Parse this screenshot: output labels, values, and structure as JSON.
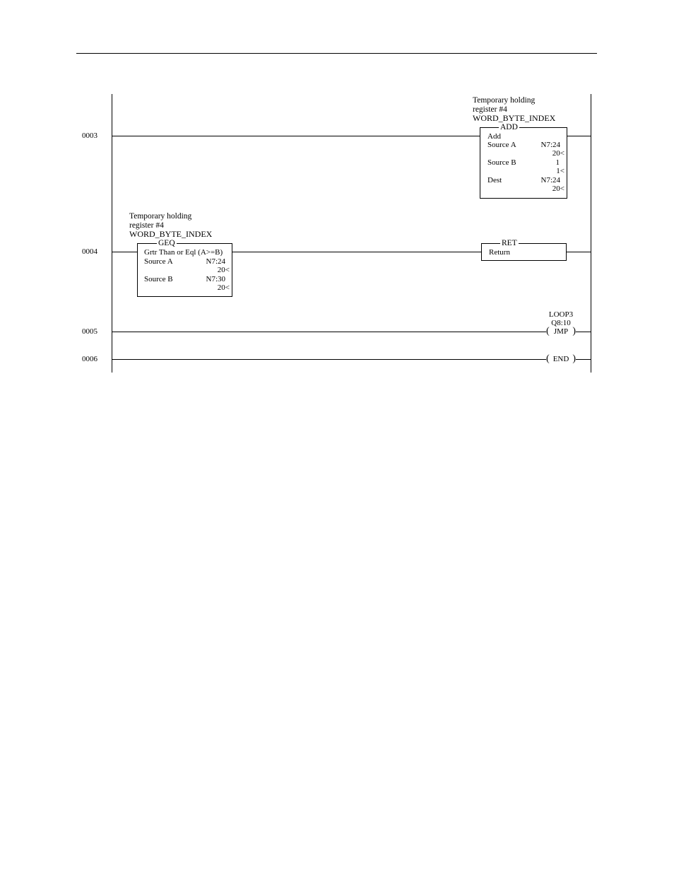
{
  "rungs": [
    {
      "number": "0003",
      "comment": [
        "Temporary holding",
        "register #4",
        "WORD_BYTE_INDEX"
      ],
      "instruction": {
        "name": "ADD",
        "description": "Add",
        "source_a_label": "Source A",
        "source_a_address": "N7:24",
        "source_a_value": "20<",
        "source_b_label": "Source B",
        "source_b_address": "1",
        "source_b_value": "1<",
        "dest_label": "Dest",
        "dest_address": "N7:24",
        "dest_value": "20<"
      }
    },
    {
      "number": "0004",
      "comment": [
        "Temporary holding",
        "register #4",
        "WORD_BYTE_INDEX"
      ],
      "instruction": {
        "name": "GEQ",
        "description": "Grtr Than or Eql (A>=B)",
        "source_a_label": "Source A",
        "source_a_address": "N7:24",
        "source_a_value": "20<",
        "source_b_label": "Source B",
        "source_b_address": "N7:30",
        "source_b_value": "20<"
      },
      "output": {
        "name": "RET",
        "description": "Return"
      }
    },
    {
      "number": "0005",
      "label": "LOOP3",
      "address": "Q8:10",
      "output": "JMP"
    },
    {
      "number": "0006",
      "output": "END"
    }
  ]
}
